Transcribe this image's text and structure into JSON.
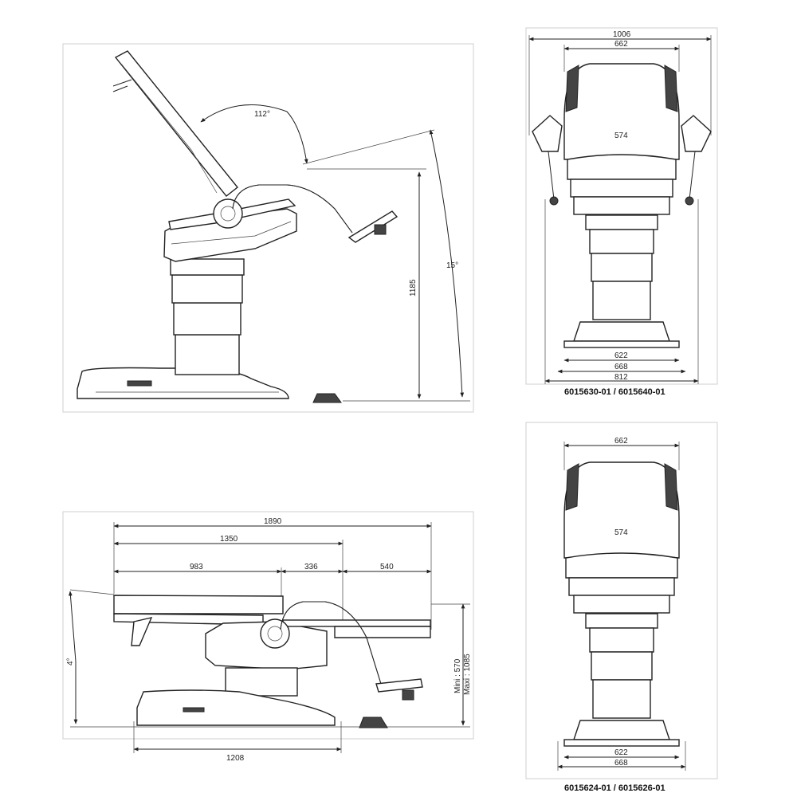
{
  "side_upright": {
    "back_angle": "112°",
    "tilt_angle": "15°",
    "height": "1185"
  },
  "front_wide": {
    "overall_width": "1006",
    "back_width": "662",
    "seat_width": "574",
    "base_inner": "622",
    "base_mid": "668",
    "base_outer": "812",
    "caption": "6015630-01 / 6015640-01"
  },
  "side_flat": {
    "total_length": "1890",
    "length_1350": "1350",
    "length_983": "983",
    "length_336": "336",
    "length_540": "540",
    "tilt_angle": "4°",
    "height_min": "Mini : 570",
    "height_max": "Maxi : 1085",
    "base_length": "1208"
  },
  "front_narrow": {
    "back_width": "662",
    "seat_width": "574",
    "base_inner": "622",
    "base_mid": "668",
    "caption": "6015624-01 / 6015626-01"
  },
  "colors": {
    "line": "#222222",
    "frame": "#cfcfcf"
  }
}
